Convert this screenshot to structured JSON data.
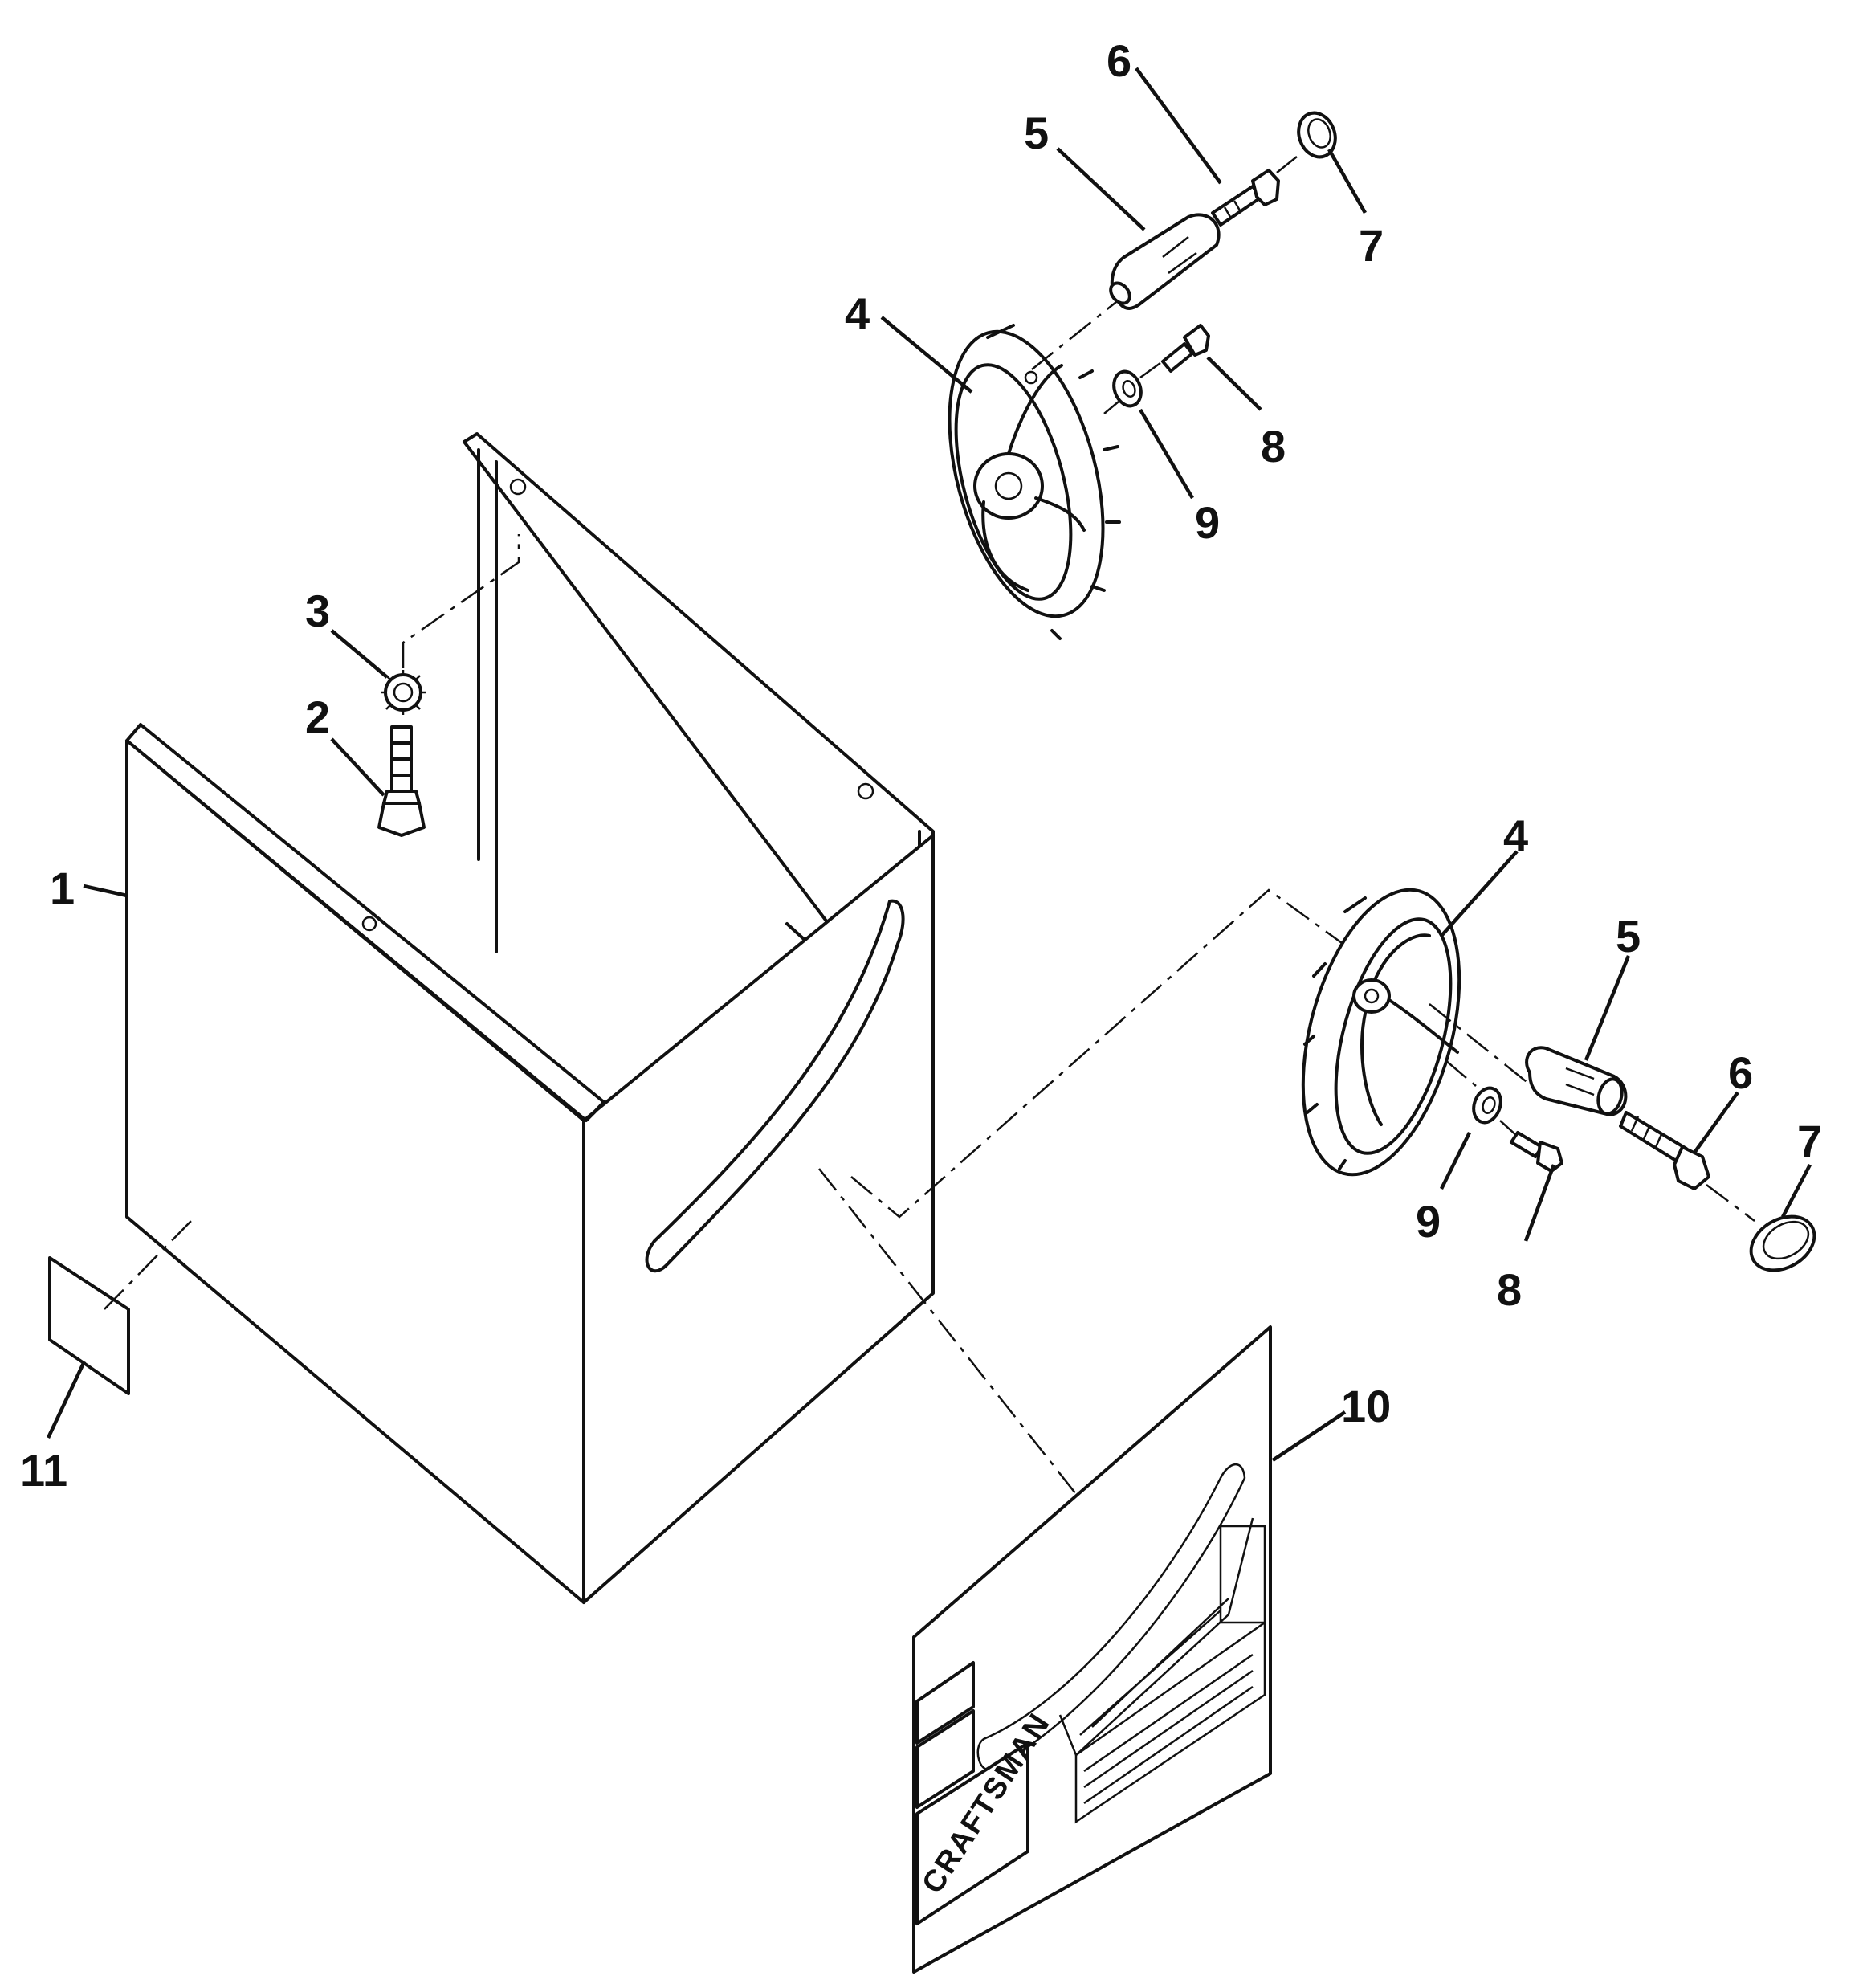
{
  "callouts": {
    "c1": "1",
    "c2": "2",
    "c3": "3",
    "c4a": "4",
    "c4b": "4",
    "c5a": "5",
    "c5b": "5",
    "c6a": "6",
    "c6b": "6",
    "c7a": "7",
    "c7b": "7",
    "c8a": "8",
    "c8b": "8",
    "c9a": "9",
    "c9b": "9",
    "c10": "10",
    "c11": "11"
  },
  "label_brand": "CRAFTSMAN"
}
